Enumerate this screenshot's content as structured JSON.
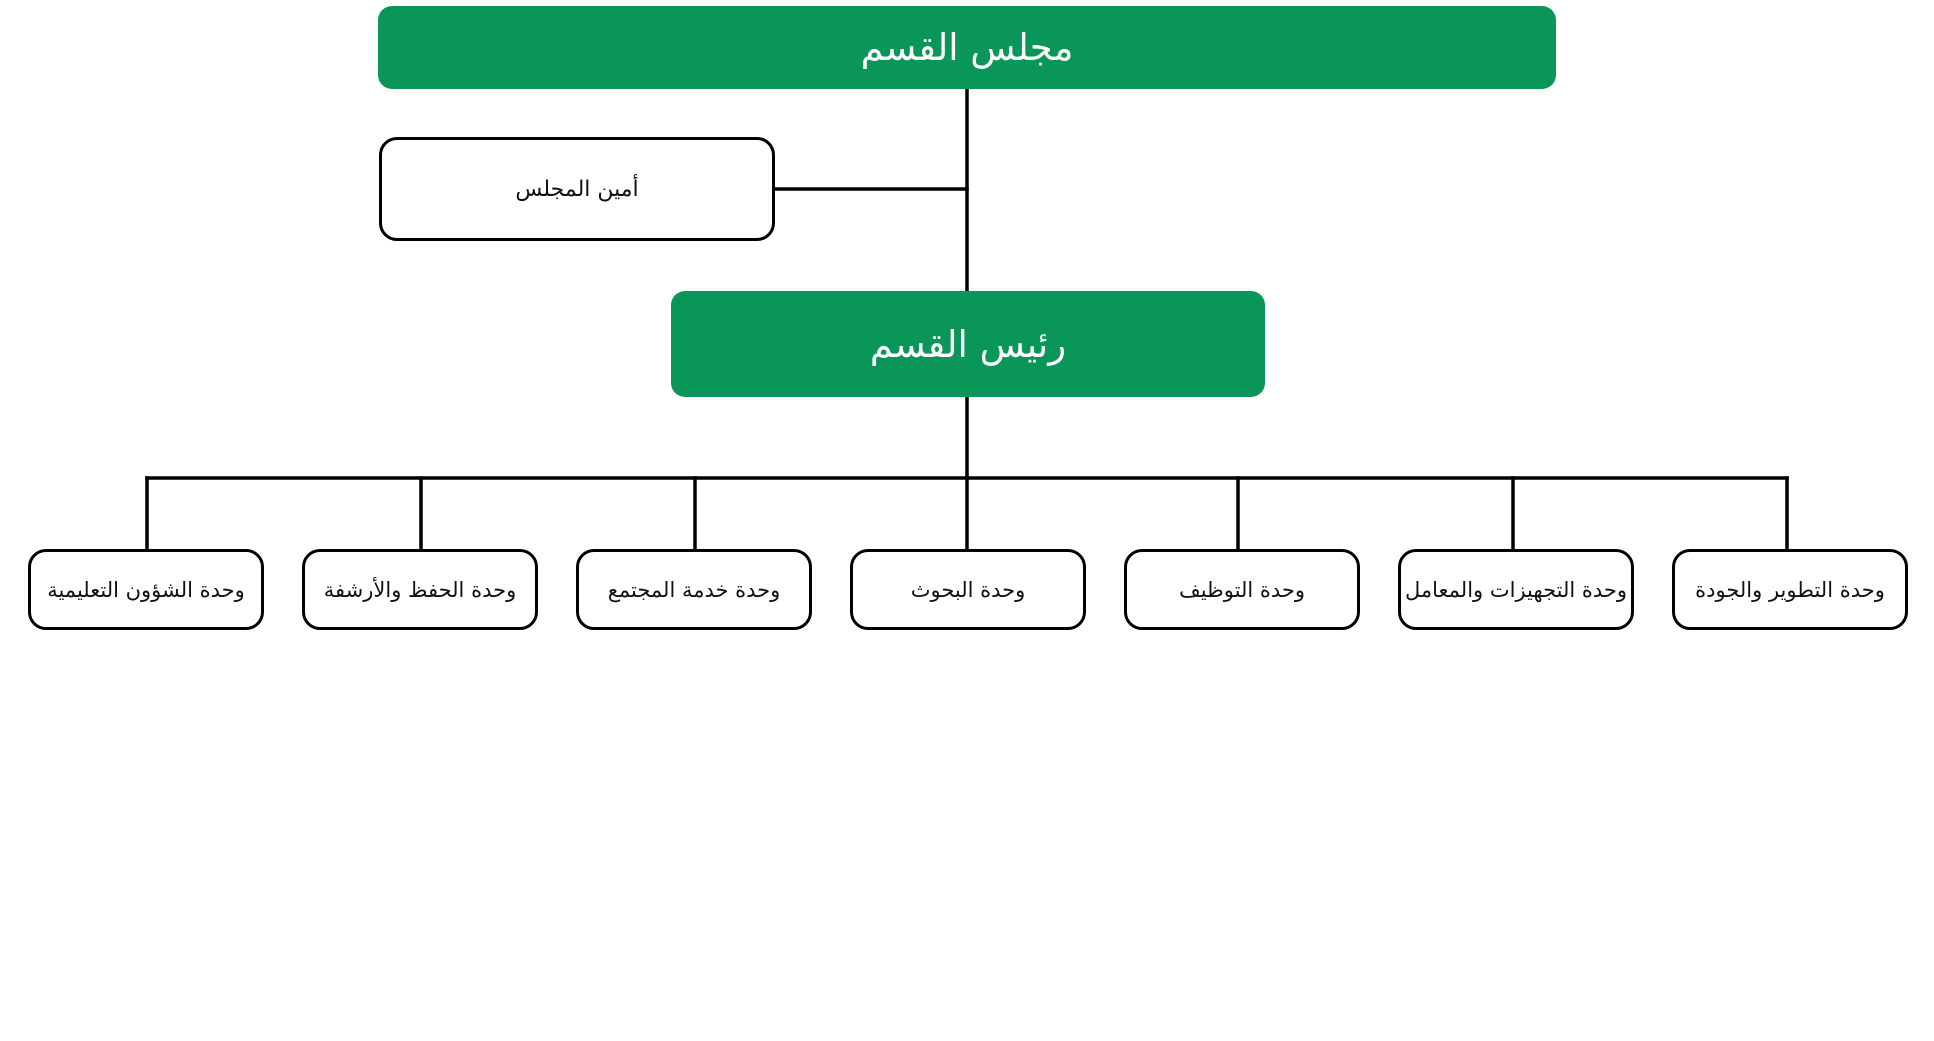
{
  "colors": {
    "head_fill": "#0a9658",
    "head_text": "#ffffff",
    "unit_border": "#000000",
    "line": "#000000",
    "background": "#ffffff"
  },
  "council": "مجلس القسم",
  "secretary": "أمين المجلس",
  "head": "رئيس القسم",
  "units": [
    "وحدة الشؤون التعليمية",
    "وحدة الحفظ والأرشفة",
    "وحدة خدمة المجتمع",
    "وحدة البحوث",
    "وحدة التوظيف",
    "وحدة التجهيزات والمعامل",
    "وحدة التطوير والجودة"
  ]
}
